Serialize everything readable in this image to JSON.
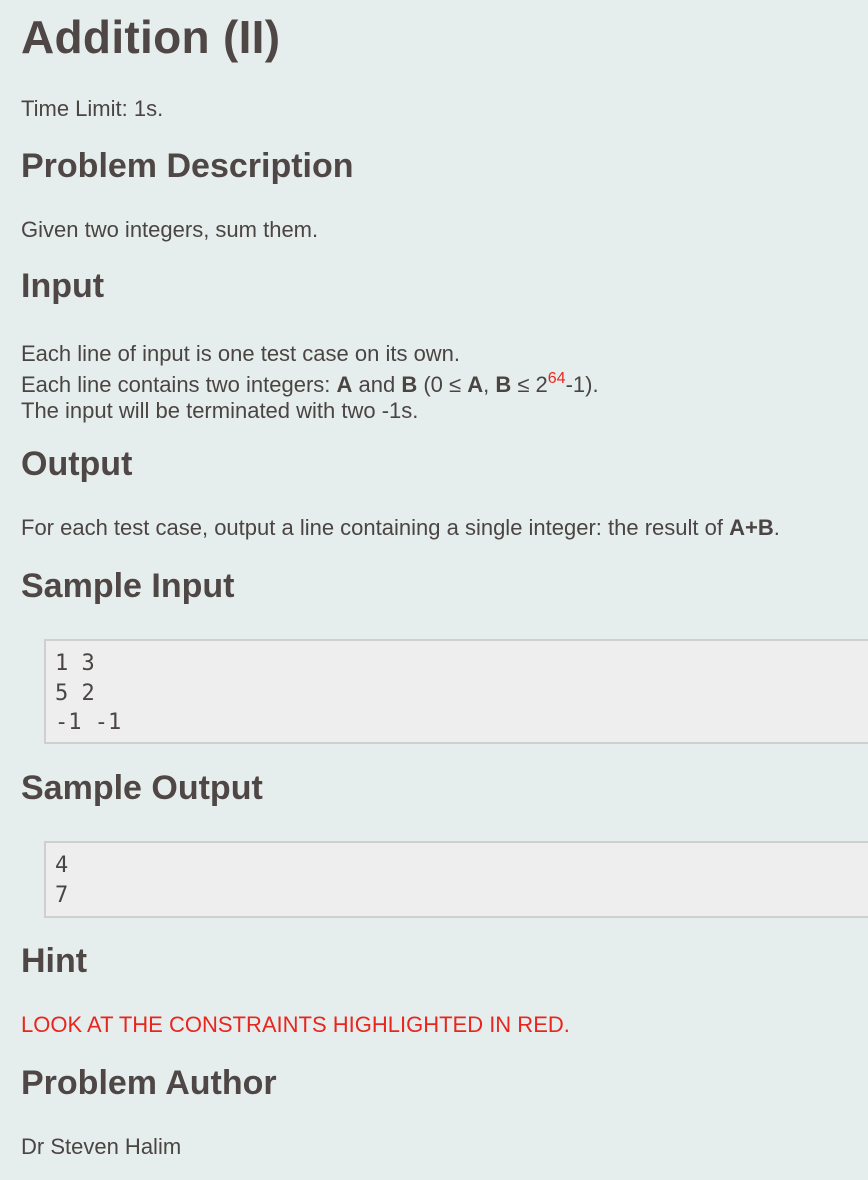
{
  "problem": {
    "title": "Addition (II)",
    "time_limit": "Time Limit: 1s."
  },
  "sections": {
    "description": {
      "heading": "Problem Description",
      "text": "Given two integers, sum them."
    },
    "input": {
      "heading": "Input",
      "line1": "Each line of input is one test case on its own.",
      "line2_prefix": "Each line contains two integers: ",
      "var_a": "A",
      "and_word": " and ",
      "var_b": "B",
      "range_open": " (0 ≤ ",
      "range_a": "A",
      "range_comma": ", ",
      "range_b": "B",
      "range_le": " ≤ 2",
      "exponent": "64",
      "range_close": "-1).",
      "line3": "The input will be terminated with two -1s."
    },
    "output": {
      "heading": "Output",
      "text_prefix": "For each test case, output a line containing a single integer: the result of ",
      "expression": "A+B",
      "text_suffix": "."
    },
    "sample_input": {
      "heading": "Sample Input",
      "content": "1 3\n5 2\n-1 -1"
    },
    "sample_output": {
      "heading": "Sample Output",
      "content": "4\n7"
    },
    "hint": {
      "heading": "Hint",
      "text": "LOOK AT THE CONSTRAINTS HIGHLIGHTED IN RED.",
      "color": "#e8261f"
    },
    "author": {
      "heading": "Problem Author",
      "name": "Dr Steven Halim"
    }
  },
  "colors": {
    "background": "#e6eeed",
    "heading": "#4e4745",
    "text": "#4a4543",
    "highlight": "#e8261f",
    "code_background": "#eeeeee",
    "code_border": "#cfcfcf"
  }
}
